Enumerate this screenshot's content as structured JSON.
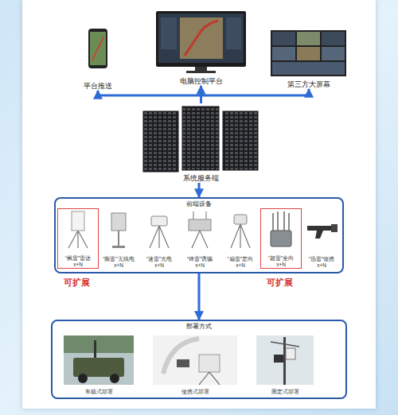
{
  "diagram": {
    "nodes": [
      {
        "text": [
          "平台推送"
        ]
      },
      {
        "text": [
          "电脑控制平台"
        ]
      },
      {
        "text": [
          "第三方大屏幕"
        ]
      },
      {
        "text": [
          "系统服务端"
        ]
      },
      {
        "text": [
          "前端设备"
        ]
      },
      {
        "text": [
          "“枫雷”雷达",
          "x+N"
        ],
        "in": 4
      },
      {
        "text": [
          "“频雷”无线电",
          "x+N"
        ],
        "in": 4
      },
      {
        "text": [
          "“速雷”光电",
          "x+N"
        ],
        "in": 4
      },
      {
        "text": [
          "“锋雷”诱骗",
          "x+N"
        ],
        "in": 4
      },
      {
        "text": [
          "“扇雷”定向",
          "x+N"
        ],
        "in": 4
      },
      {
        "text": [
          "“超雷”全向",
          "x+N"
        ],
        "in": 4
      },
      {
        "text": [
          "“迅雷”便携",
          "x+N"
        ],
        "in": 4
      },
      {
        "text": [
          "部署方式"
        ]
      },
      {
        "text": [
          "车载式部署"
        ],
        "in": 12
      },
      {
        "text": [
          "便携式部署"
        ],
        "in": 12
      },
      {
        "text": [
          "固定式部署"
        ],
        "in": 12
      }
    ],
    "edges": [
      {
        "from": 3,
        "to": 0,
        "arrow": "to"
      },
      {
        "from": 3,
        "to": 1,
        "arrow": "to"
      },
      {
        "from": 3,
        "to": 2,
        "arrow": "to"
      },
      {
        "from": 3,
        "to": 4,
        "arrow": "to"
      },
      {
        "from": 4,
        "to": 12,
        "arrow": "to"
      }
    ],
    "labels": [
      "可扩展",
      "可扩展"
    ]
  }
}
